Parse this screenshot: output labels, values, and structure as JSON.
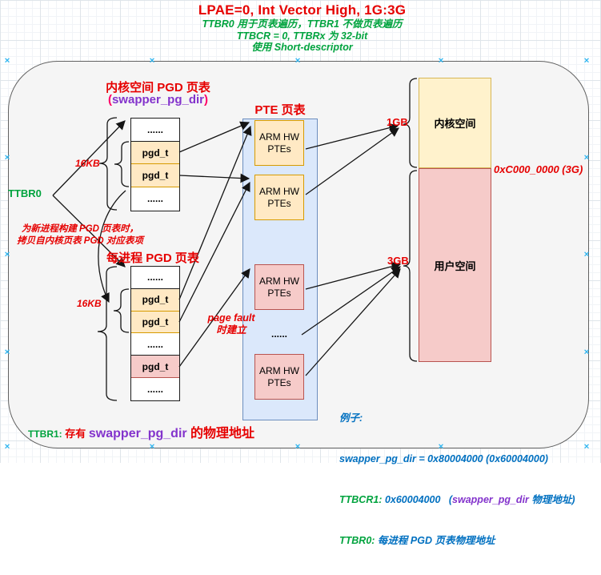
{
  "header": {
    "title": "LPAE=0, Int Vector High, 1G:3G",
    "subtitle_lines": [
      "TTBR0 用于页表遍历，TTBR1 不做页表遍历",
      "TTBCR = 0, TTBRx  为 32-bit",
      "使用 Short-descriptor"
    ]
  },
  "kernel_pgd": {
    "title": "内核空间 PGD 页表",
    "subtitle_open": "(",
    "subtitle_name": "swapper_pg_dir",
    "subtitle_close": ")",
    "size_label": "16KB",
    "rows": [
      "......",
      "pgd_t",
      "pgd_t",
      "......"
    ]
  },
  "ttbr0_label": "TTBR0",
  "copy_note": {
    "line1": "为新进程构建 PGD 页表时，",
    "line2": "拷贝自内核页表 PGD 对应表项"
  },
  "process_pgd": {
    "title": "每进程 PGD 页表",
    "size_label": "16KB",
    "rows": [
      "......",
      "pgd_t",
      "pgd_t",
      "......",
      "pgd_t",
      "......"
    ]
  },
  "pte": {
    "title": "PTE 页表",
    "boxes": [
      "ARM HW PTEs",
      "ARM HW PTEs",
      "ARM HW PTEs",
      "ARM HW PTEs"
    ],
    "ellipsis": "......"
  },
  "page_fault_note": {
    "line1": "page fault",
    "line2": "时建立"
  },
  "memory": {
    "size_top": "1GB",
    "size_bottom": "3GB",
    "kernel_label": "内核空间",
    "user_label": "用户空间",
    "boundary_label": "0xC000_0000 (3G)"
  },
  "ttbr1_note": {
    "prefix": "TTBR1:",
    "verb": " 存有 ",
    "name": "swapper_pg_dir",
    "suffix": " 的物理地址"
  },
  "example": {
    "heading": "例子:",
    "line1": "swapper_pg_dir = 0x80004000 (0x60004000)",
    "line2_prefix": "TTBCR1:",
    "line2_value": " 0x60004000   (",
    "line2_name": "swapper_pg_dir",
    "line2_suffix": " 物理地址)",
    "line3_prefix": "TTBR0:",
    "line3_text": " 每进程 PGD 页表物理地址"
  },
  "colors": {
    "accent_red": "#e60000",
    "accent_green": "#00a33e",
    "accent_blue": "#0070c0",
    "accent_purple": "#8333cc",
    "paren_pink": "#ff0066",
    "tan_fill": "#ffe9c4",
    "tan_border": "#d79b00",
    "pink_fill": "#f6cbc9",
    "pink_border": "#b85450",
    "pte_fill": "#dbe8fb",
    "pte_border": "#6c8ebf",
    "yellow_fill": "#fff2cc",
    "yellow_border": "#d6b656",
    "marker_blue": "#2eb5f0"
  }
}
